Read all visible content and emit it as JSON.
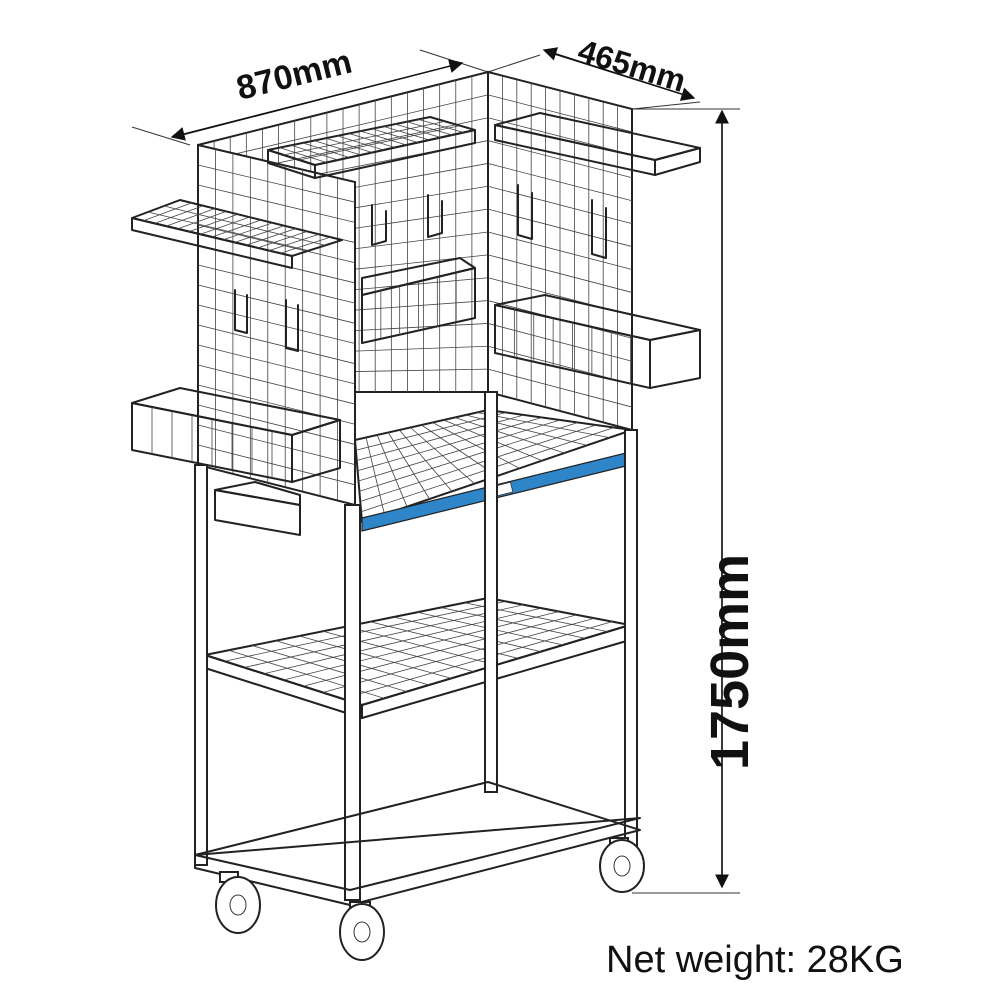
{
  "dimensions": {
    "width_label": "870mm",
    "depth_label": "465mm",
    "height_label": "1750mm"
  },
  "caption": {
    "weight": "Net weight: 28KG"
  },
  "colors": {
    "accent_bar": "#2e86c8",
    "line": "#222222"
  }
}
